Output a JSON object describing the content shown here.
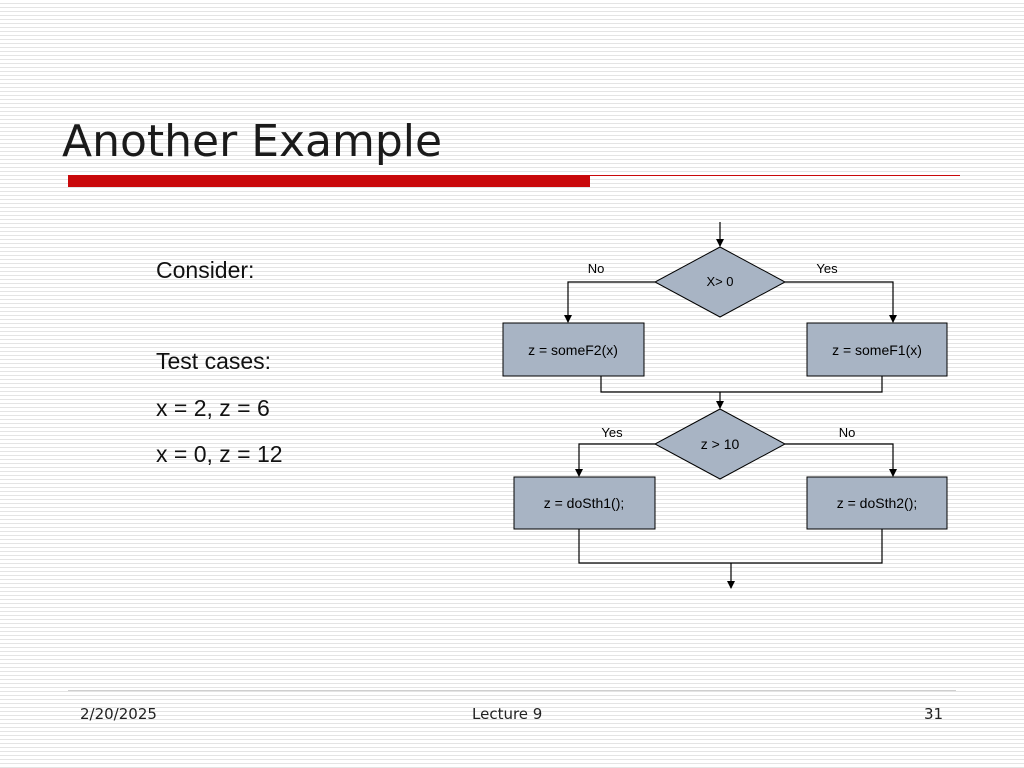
{
  "slide": {
    "title": "Another Example",
    "consider_label": "Consider:",
    "test_cases_label": "Test cases:",
    "test_cases": [
      "x = 2, z = 6",
      "x = 0, z = 12"
    ]
  },
  "flowchart": {
    "decision1": {
      "text": "X> 0",
      "no_label": "No",
      "yes_label": "Yes"
    },
    "process_left_1": "z = someF2(x)",
    "process_right_1": "z = someF1(x)",
    "decision2": {
      "text": "z > 10",
      "yes_label": "Yes",
      "no_label": "No"
    },
    "process_left_2": "z = doSth1();",
    "process_right_2": "z = doSth2();",
    "colors": {
      "box_fill": "#a8b4c4",
      "line": "#000000"
    }
  },
  "footer": {
    "date": "2/20/2025",
    "center": "Lecture 9",
    "page_number": "31"
  },
  "colors": {
    "accent": "#c9090b"
  }
}
